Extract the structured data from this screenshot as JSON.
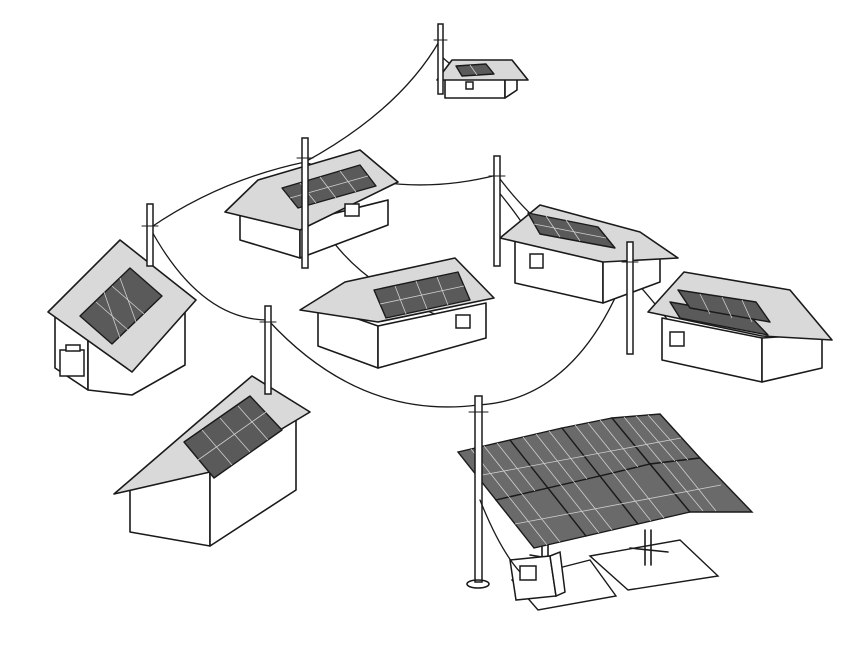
{
  "scene": {
    "houses": [
      {
        "id": "house-top"
      },
      {
        "id": "house-upper-center"
      },
      {
        "id": "house-center"
      },
      {
        "id": "house-right-center"
      },
      {
        "id": "house-far-right"
      },
      {
        "id": "house-left-shed"
      },
      {
        "id": "house-lower-left"
      }
    ],
    "colors": {
      "ink": "#1a1a1a",
      "roof": "#d9d9d9",
      "panel": "#5a5a5a",
      "background": "#ffffff"
    }
  }
}
